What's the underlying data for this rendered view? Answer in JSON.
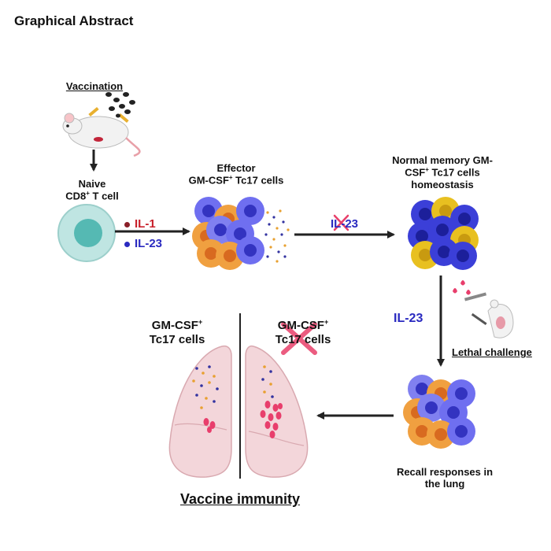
{
  "header": {
    "title": "Graphical Abstract"
  },
  "vaccination": {
    "label": "Vaccination"
  },
  "naive": {
    "line1": "Naive",
    "line2_main": "CD8",
    "line2_sup": "+",
    "line2_rest": " T cell"
  },
  "effector": {
    "line1": "Effector",
    "line2_main": "GM-CSF",
    "line2_sup": "+",
    "line2_rest": " Tc17 cells"
  },
  "signals": {
    "il1": "IL-1",
    "il23": "IL-23",
    "il1_color": "#c8202a",
    "il23_color": "#2a2ac0"
  },
  "blocked": {
    "label": "IL-23"
  },
  "memory": {
    "line1": "Normal memory GM-",
    "line2_main": "CSF",
    "line2_sup": "+",
    "line2_rest": " Tc17 cells",
    "line3": "homeostasis"
  },
  "recall_signal": {
    "label": "IL-23"
  },
  "challenge": {
    "label": "Lethal challenge"
  },
  "recall": {
    "line1": "Recall responses in",
    "line2": "the lung"
  },
  "lung_left": {
    "line1_main": "GM-CSF",
    "line1_sup": "+",
    "line2": "Tc17 cells"
  },
  "lung_right": {
    "line1_main": "GM-CSF",
    "line1_sup": "+",
    "line2": "Tc17 cells"
  },
  "footer": {
    "title": "Vaccine immunity"
  },
  "colors": {
    "cell_blue": "#5a5ee8",
    "cell_blue_nucleus": "#2b2fb8",
    "cell_orange": "#f0a040",
    "cell_orange_nucleus": "#d86a20",
    "cell_yellow": "#e8c020",
    "cell_yellow_nucleus": "#c89a10",
    "naive_cell": "#a9dcd8",
    "naive_nucleus": "#55b9b3",
    "lung": "#f3d6da",
    "blood_drop": "#e83e6c",
    "cross": "#e8406a"
  },
  "icons": [
    "mouse-icon",
    "syringe-icon",
    "naive-t-cell-icon",
    "effector-cell-cluster-icon",
    "memory-cell-cluster-icon",
    "recall-cell-cluster-icon",
    "lung-icon",
    "cross-icon",
    "lethal-challenge-mouse-icon"
  ]
}
